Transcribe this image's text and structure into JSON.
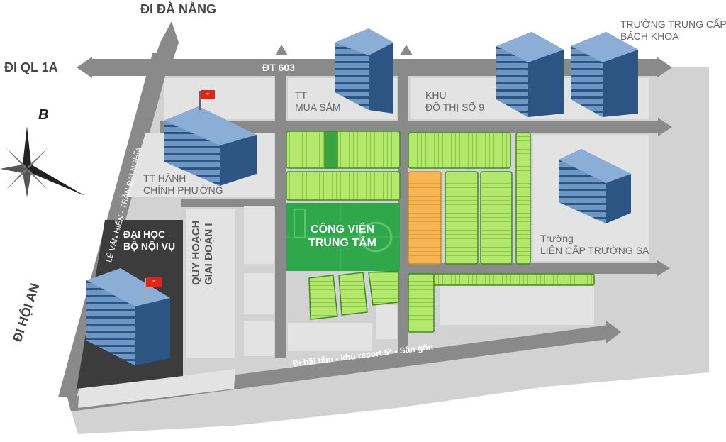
{
  "colors": {
    "road": "#8a8a8a",
    "block": "#e3e3e3",
    "lot_green": "#b5e86a",
    "lot_orange": "#f5b553",
    "park": "#2ea84a",
    "university_block": "#3c3c3c",
    "building_blue": "#4f7cad"
  },
  "directions": {
    "da_nang": "ĐI ĐÀ NẴNG",
    "ql1a": "ĐI QL 1A",
    "hoi_an": "ĐI HỘI AN",
    "compass": "B"
  },
  "roads": {
    "dt603": "ĐT 603",
    "le_van_hien": "LÊ VĂN HIẾN - TRẦN ĐẠI NGHĨA",
    "beach": "Đi bãi tắm - khu resort 5* - Sân gôn"
  },
  "places": {
    "school_top_line1": "TRƯỜNG TRUNG CẤP",
    "school_top_line2": "BÁCH KHOA",
    "mall_line1": "TT",
    "mall_line2": "MUA SẮM",
    "urban_line1": "KHU",
    "urban_line2": "ĐÔ THỊ SỐ 9",
    "admin_line1": "TT HÀNH",
    "admin_line2": "CHÍNH PHƯỜNG",
    "park_line1": "CÔNG VIÊN",
    "park_line2": "TRUNG TÂM",
    "school_right_line1": "Trường",
    "school_right_line2": "LIÊN CẤP TRƯỜNG SA",
    "university_line1": "ĐẠI HỌC",
    "university_line2": "BỘ NỘI VỤ",
    "planning_line1": "QUY HOẠCH",
    "planning_line2": "GIAI ĐOẠN I"
  }
}
